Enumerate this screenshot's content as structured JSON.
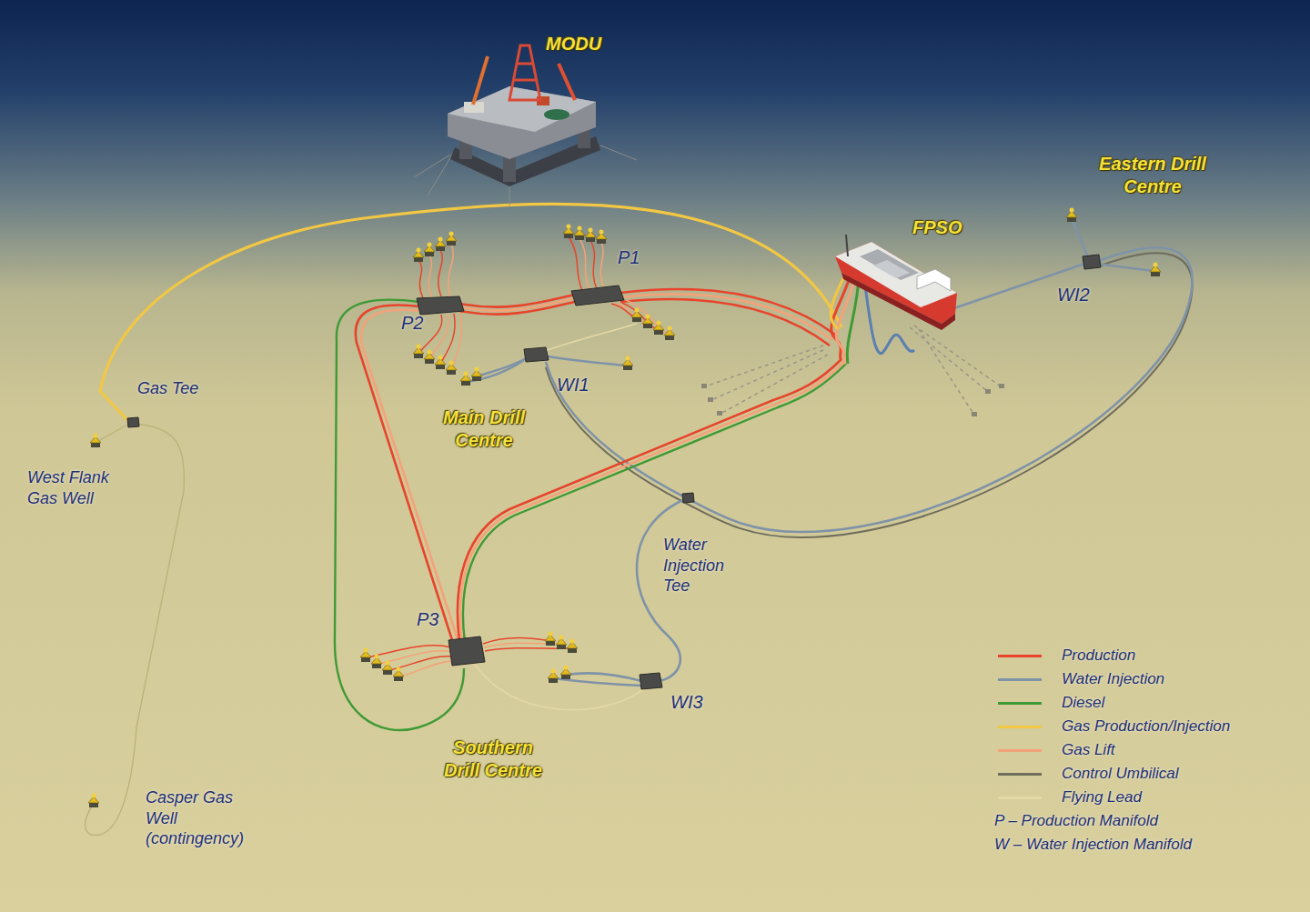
{
  "diagram": {
    "labels": [
      "MODU",
      "Eastern Drill Centre",
      "FPSO",
      "P1",
      "WI2",
      "P2",
      "Gas Tee",
      "WI1",
      "Main Drill Centre",
      "West Flank Gas Well",
      "Water Injection Tee",
      "P3",
      "WI3",
      "Southern Drill Centre",
      "Casper Gas Well (contingency)"
    ],
    "legend": [
      {
        "text": "Production",
        "color": "#e8442c"
      },
      {
        "text": "Water Injection",
        "color": "#7f93a8"
      },
      {
        "text": "Diesel",
        "color": "#3f9a35"
      },
      {
        "text": "Gas Production/Injection",
        "color": "#f2c744"
      },
      {
        "text": "Gas Lift",
        "color": "#f4a27a"
      },
      {
        "text": "Control Umbilical",
        "color": "#6f6d5c"
      },
      {
        "text": "Flying Lead",
        "color": "#e3d9a6"
      },
      {
        "text": "P – Production Manifold"
      },
      {
        "text": "W – Water Injection Manifold"
      }
    ]
  }
}
